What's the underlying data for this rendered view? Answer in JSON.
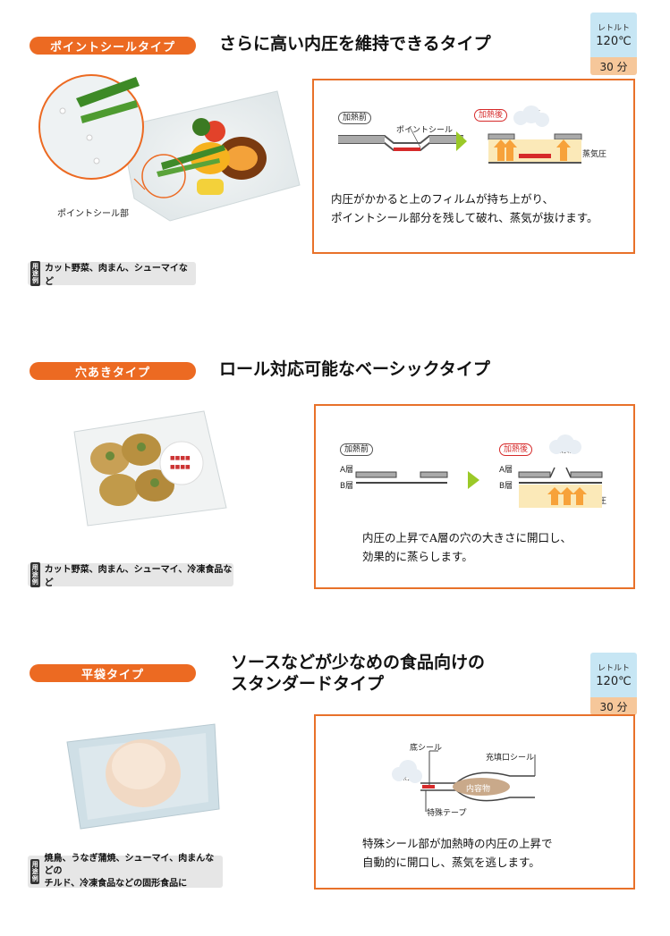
{
  "sections": [
    {
      "label": "ポイントシールタイプ",
      "headline": "さらに高い内圧を維持できるタイプ",
      "badge": {
        "top": "レトルト",
        "temp": "120℃",
        "time": "30 分"
      },
      "photo_caption": "ポイントシール部",
      "usage_tag": "用途例",
      "usage": "カット野菜、肉まん、シューマイなど",
      "diagram": {
        "before": "加熱前",
        "after": "加熱後",
        "point_seal": "ポイントシール",
        "steam": "蒸気",
        "steam_pressure": "蒸気圧"
      },
      "desc_lines": [
        "内圧がかかると上のフィルムが持ち上がり、",
        "ポイントシール部分を残して破れ、蒸気が抜けます。"
      ]
    },
    {
      "label": "穴あきタイプ",
      "headline": "ロール対応可能なベーシックタイプ",
      "usage_tag": "用途例",
      "usage": "カット野菜、肉まん、シューマイ、冷凍食品など",
      "diagram": {
        "before": "加熱前",
        "after": "加熱後",
        "layer_a": "A層",
        "layer_b": "B層",
        "steam": "蒸気",
        "steam_pressure": "蒸気圧"
      },
      "desc_lines": [
        "内圧の上昇でA層の穴の大きさに開口し、",
        "効果的に蒸らします。"
      ]
    },
    {
      "label": "平袋タイプ",
      "headline_lines": [
        "ソースなどが少なめの食品向けの",
        "スタンダードタイプ"
      ],
      "badge": {
        "top": "レトルト",
        "temp": "120℃",
        "time": "30 分"
      },
      "usage_tag": "用途例",
      "usage_lines": [
        "焼鳥、うなぎ蒲焼、シューマイ、肉まんなどの",
        "チルド、冷凍食品などの固形食品に"
      ],
      "diagram": {
        "bottom_seal": "底シール",
        "fill_seal": "充填口シール",
        "steam": "蒸気",
        "contents": "内容物",
        "special_tape": "特殊テープ"
      },
      "desc_lines": [
        "特殊シール部が加熱時の内圧の上昇で",
        "自動的に開口し、蒸気を逃します。"
      ]
    }
  ],
  "colors": {
    "accent": "#ec6a22",
    "box_border": "#e8712a",
    "arrow_green": "#9bc928",
    "seal_red": "#d62a2a",
    "badge_blue": "#c7e6f4",
    "badge_orange": "#f6c79a"
  }
}
